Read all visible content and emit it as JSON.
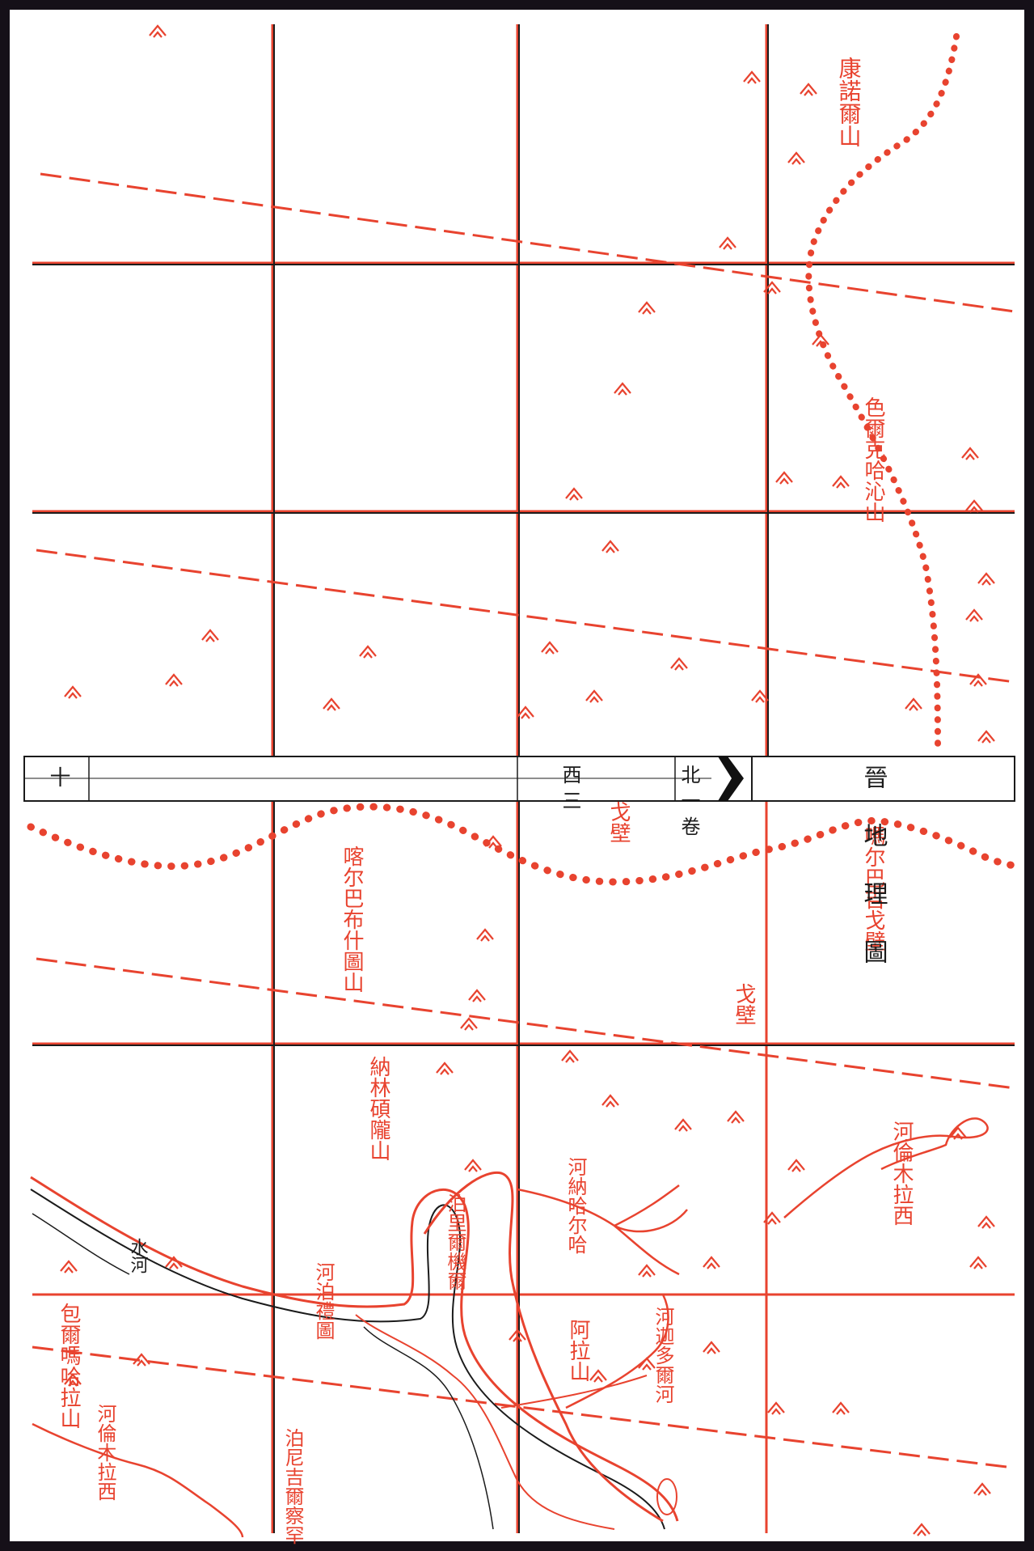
{
  "banner": {
    "title": "晉地理圖",
    "volume": "北一卷",
    "sheet": "西三",
    "page_number": "十"
  },
  "colors": {
    "ink_red": "#e8432f",
    "ink_black": "#1b1b1b",
    "paper": "#ffffff",
    "border": "#151018"
  },
  "icons": {
    "mountain": "mountain-mark-icon",
    "banner_notch": "chevron-right-icon"
  },
  "labels": {
    "kangzhu_mountain": "康諾爾山",
    "seke_hasi_mountain": "色爾克哈沁山",
    "buha_gobi": "嗎尔巴吉戈壁",
    "gobi_left": "戈壁",
    "kaer_hebutu_mountain": "喀尔巴布什圖山",
    "gobi_middle": "戈壁",
    "nalin_shuolong_mountain": "納林碩隴山",
    "lunmu_river_top": "河倫木拉西",
    "nali_hasi_river": "河納哈尔哈",
    "bolitu_river": "河泊禮圖",
    "bolu_lake": "泊里爾機爾",
    "ala_mountain": "阿拉山",
    "jiduo_river": "河迦多爾河",
    "river_water_black": "水河",
    "bao_wuxiang_mountain": "包爾嗎哈拉山",
    "lunmu_river_bottom": "河倫木拉西",
    "boerjie_lake": "泊尼吉爾察罕"
  }
}
